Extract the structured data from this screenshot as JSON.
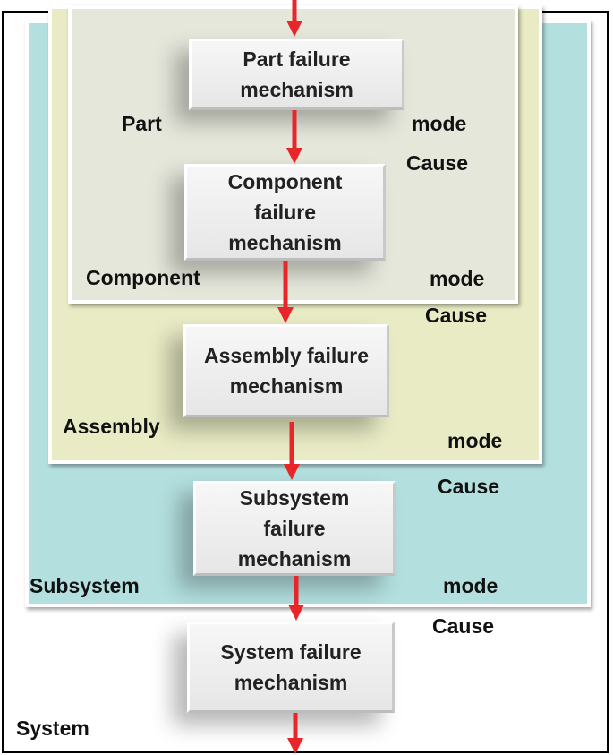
{
  "levels": {
    "system": "System",
    "subsystem": "Subsystem",
    "assembly": "Assembly",
    "component": "Component",
    "part": "Part"
  },
  "boxes": {
    "part": "Part failure\nmechanism",
    "component": "Component\nfailure\nmechanism",
    "assembly": "Assembly failure\nmechanism",
    "subsystem": "Subsystem\nfailure\nmechanism",
    "system": "System  failure\nmechanism"
  },
  "annotations": {
    "part_mode": "mode",
    "part_cause": "Cause",
    "component_mode": "mode",
    "component_cause": "Cause",
    "assembly_mode": "mode",
    "assembly_cause": "Cause",
    "subsystem_mode": "mode",
    "subsystem_cause": "Cause"
  },
  "colors": {
    "arrow": "#e8262a",
    "subsystem_fill": "#b3dfdf",
    "assembly_fill": "#e8ebc4",
    "component_fill": "#e5e7db",
    "box_fill": "#eeeeee",
    "system_border": "#000000"
  }
}
